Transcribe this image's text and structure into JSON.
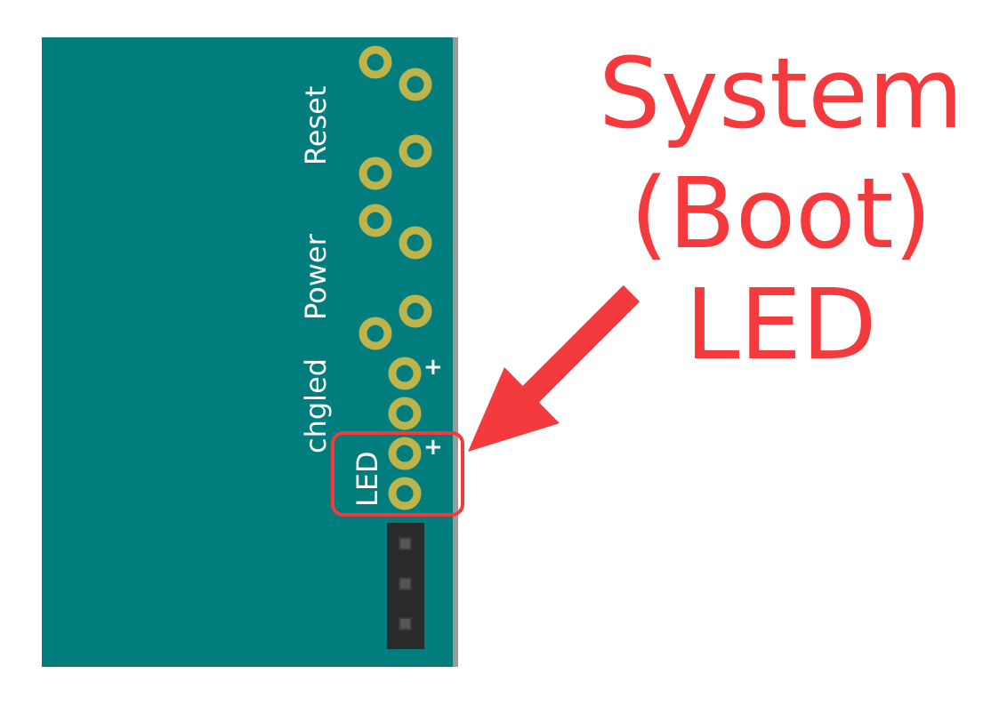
{
  "board": {
    "labels": {
      "reset": "Reset",
      "power": "Power",
      "chgled": "chgled",
      "led": "LED"
    },
    "plus_marks": [
      "+",
      "+"
    ],
    "colors": {
      "pcb": "#007D7C",
      "pcb_edge": "#9A9A9A",
      "pad_ring": "#BDB54B",
      "pad_hole": "#007D7C",
      "header_body": "#2A2A2A",
      "header_pin": "#555555",
      "label_text": "#FFFFFF"
    }
  },
  "annotation": {
    "lines": [
      "System",
      "(Boot)",
      "LED"
    ],
    "color": "#F43A3C",
    "highlight_target": "LED"
  },
  "icons": {
    "arrow": "arrow-down-left-icon",
    "highlight": "rounded-rect-highlight"
  }
}
